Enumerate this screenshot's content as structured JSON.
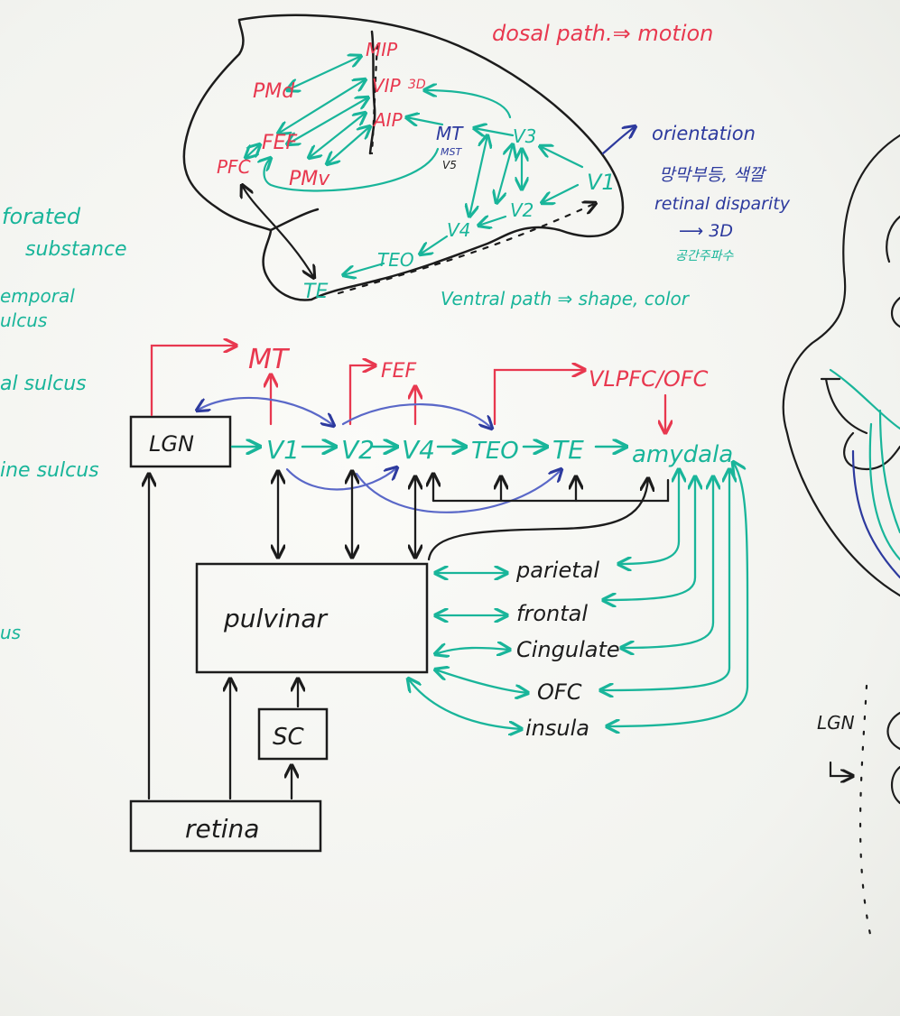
{
  "colors": {
    "black": "#1c1c1c",
    "red": "#e8384f",
    "green": "#19b59a",
    "blue": "#2d3a9e",
    "board": "#f7f7f4"
  },
  "brain": {
    "MIP": "MIP",
    "VIP": "VIP",
    "VIP_note": "3D",
    "AIP": "AIP",
    "PMd": "PMd",
    "PMv": "PMv",
    "FEF": "FEF",
    "PFC": "PFC",
    "MT": "MT",
    "MST": "MST",
    "V5": "V5",
    "V3": "V3",
    "V1": "V1",
    "V2": "V2",
    "V4": "V4",
    "TEO": "TEO",
    "TE": "TE"
  },
  "notes": {
    "dorsal": "dosal path.⇒ motion",
    "ventral": "Ventral path ⇒ shape, color",
    "orientation": "orientation",
    "korean_line": "망막부등, 색깔",
    "disparity": "retinal disparity",
    "to3d": "⟶ 3D",
    "korean_freq": "공간주파수"
  },
  "left_margin": {
    "l1": "forated",
    "l2": "substance",
    "l3": "emporal",
    "l4": "ulcus",
    "l5": "al  sulcus",
    "l6": "ine  sulcus",
    "l7": "us"
  },
  "flow": {
    "LGN": "LGN",
    "V1": "V1",
    "V2": "V2",
    "V4": "V4",
    "TEO": "TEO",
    "TE": "TE",
    "amygdala": "amydala",
    "MT": "MT",
    "FEF": "FEF",
    "VLPFC": "VLPFC/OFC",
    "pulvinar": "pulvinar",
    "SC": "SC",
    "retina": "retina"
  },
  "cortex_targets": [
    "parietal",
    "frontal",
    "Cingulate",
    "OFC",
    "insula"
  ],
  "right_edge": {
    "LGN": "LGN"
  }
}
